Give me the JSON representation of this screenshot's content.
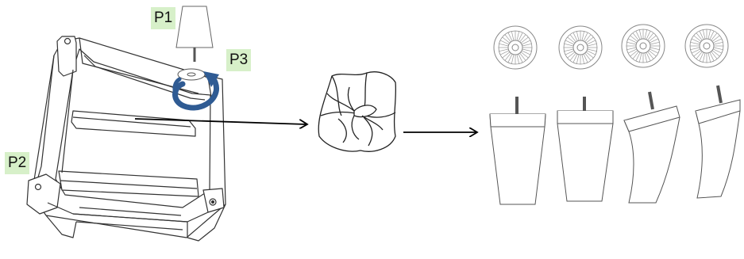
{
  "labels": {
    "p1": "P1",
    "p2": "P2",
    "p3": "P3"
  },
  "colors": {
    "label_background": "#d7f0c9",
    "rotation_arrow": "#2f5b93",
    "line_art": "#333333",
    "arrows": "#000000"
  },
  "icons": {
    "frame": "furniture-frame-underside",
    "bag": "tied-hardware-bag",
    "rotation": "clockwise-rotation-arrow",
    "washer": "round-gripper-pad",
    "leg": "tapered-leg-with-bolt"
  }
}
